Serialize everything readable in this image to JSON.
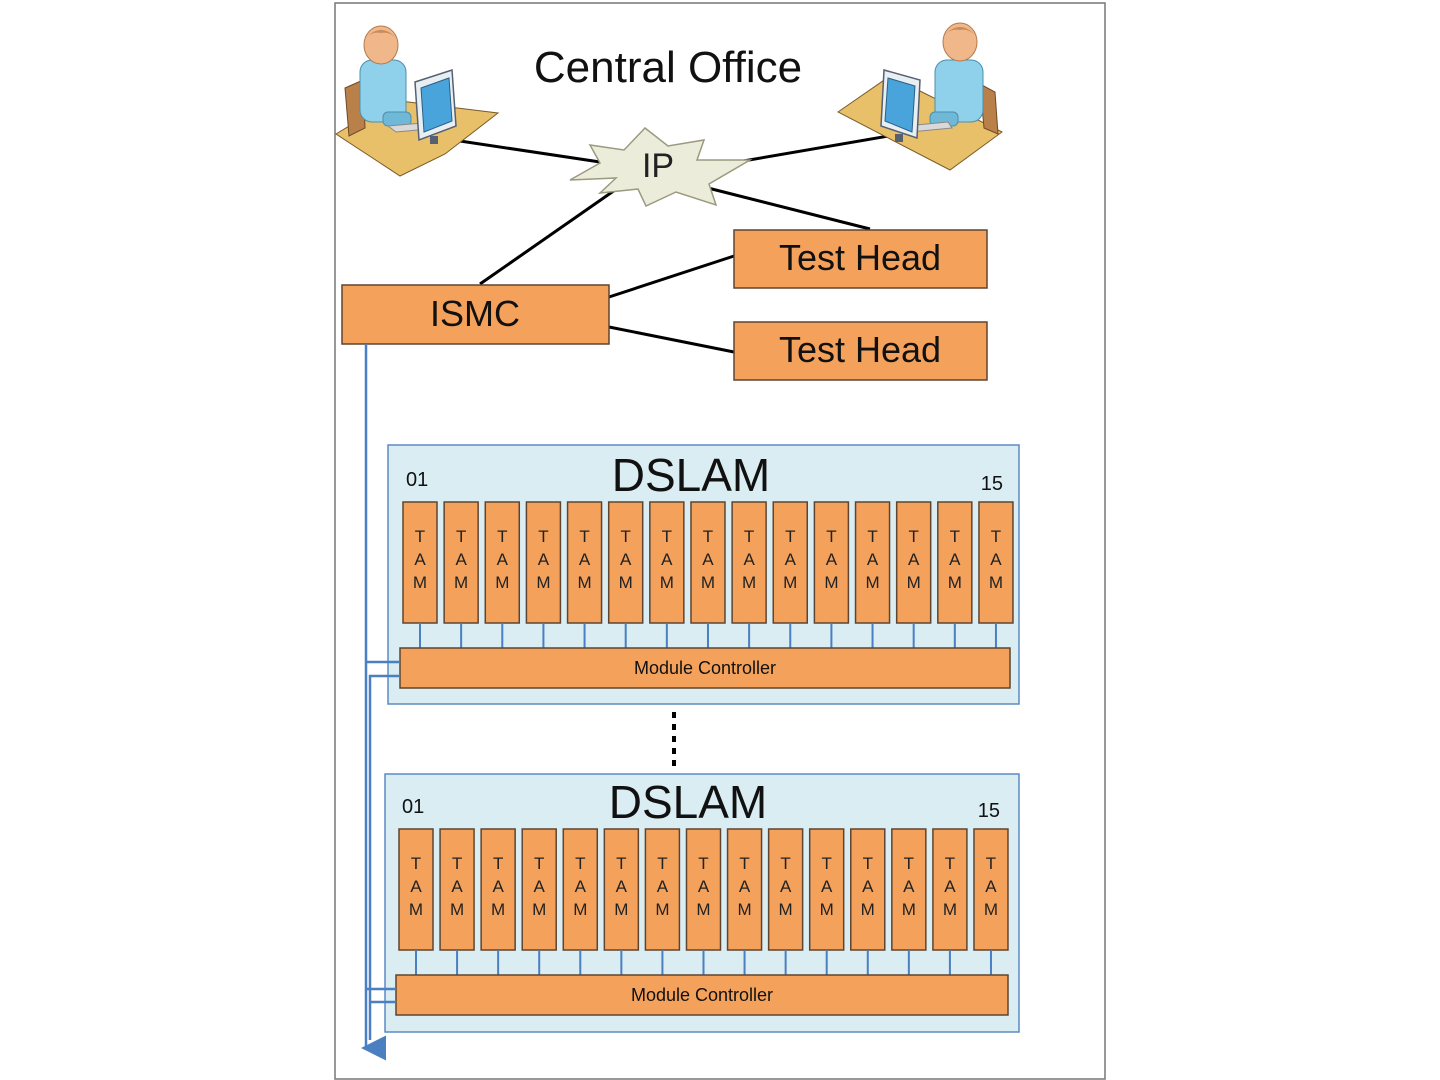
{
  "title": "Central Office",
  "network": {
    "ip_label": "IP"
  },
  "ismc": {
    "label": "ISMC"
  },
  "test_heads": [
    {
      "label": "Test Head"
    },
    {
      "label": "Test Head"
    }
  ],
  "dslams": [
    {
      "label": "DSLAM",
      "first_slot": "01",
      "last_slot": "15",
      "controller_label": "Module Controller",
      "module_letters": [
        "T",
        "A",
        "M"
      ],
      "module_count": 15
    },
    {
      "label": "DSLAM",
      "first_slot": "01",
      "last_slot": "15",
      "controller_label": "Module Controller",
      "module_letters": [
        "T",
        "A",
        "M"
      ],
      "module_count": 15
    }
  ],
  "colors": {
    "box_fill": "#f4a15c",
    "box_stroke": "#5f4530",
    "dslam_fill": "#d9edf3",
    "dslam_stroke": "#5b8bc3",
    "bus_line": "#4a7fc1",
    "link_line": "#000000",
    "ip_fill": "#ececda"
  },
  "icons": [
    "operator-workstation-icon",
    "operator-workstation-icon",
    "ip-cloud-icon"
  ]
}
